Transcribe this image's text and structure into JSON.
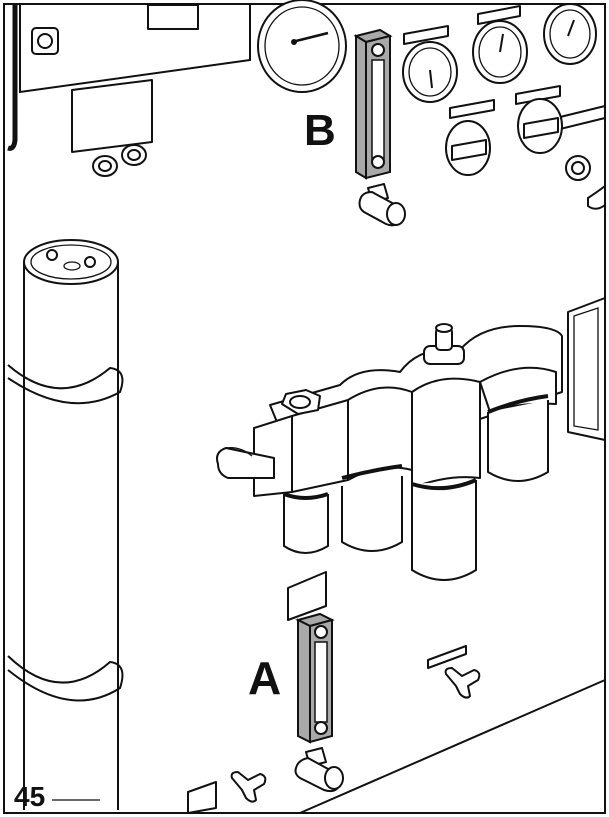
{
  "labels": {
    "callout_a": "A",
    "callout_b": "B",
    "figure_number": "45"
  },
  "colors": {
    "line": "#111111",
    "sight_glass_fill": "#a9a9a9",
    "paper": "#ffffff",
    "shade": "#e6e6e6"
  },
  "icons": {
    "sight_glass": "sight-glass-icon",
    "pressure_gauge": "pressure-gauge-icon",
    "valve": "valve-icon",
    "filter_housing": "filter-housing-icon",
    "cylinder": "cylinder-icon",
    "wing_nut": "wing-nut-icon"
  }
}
